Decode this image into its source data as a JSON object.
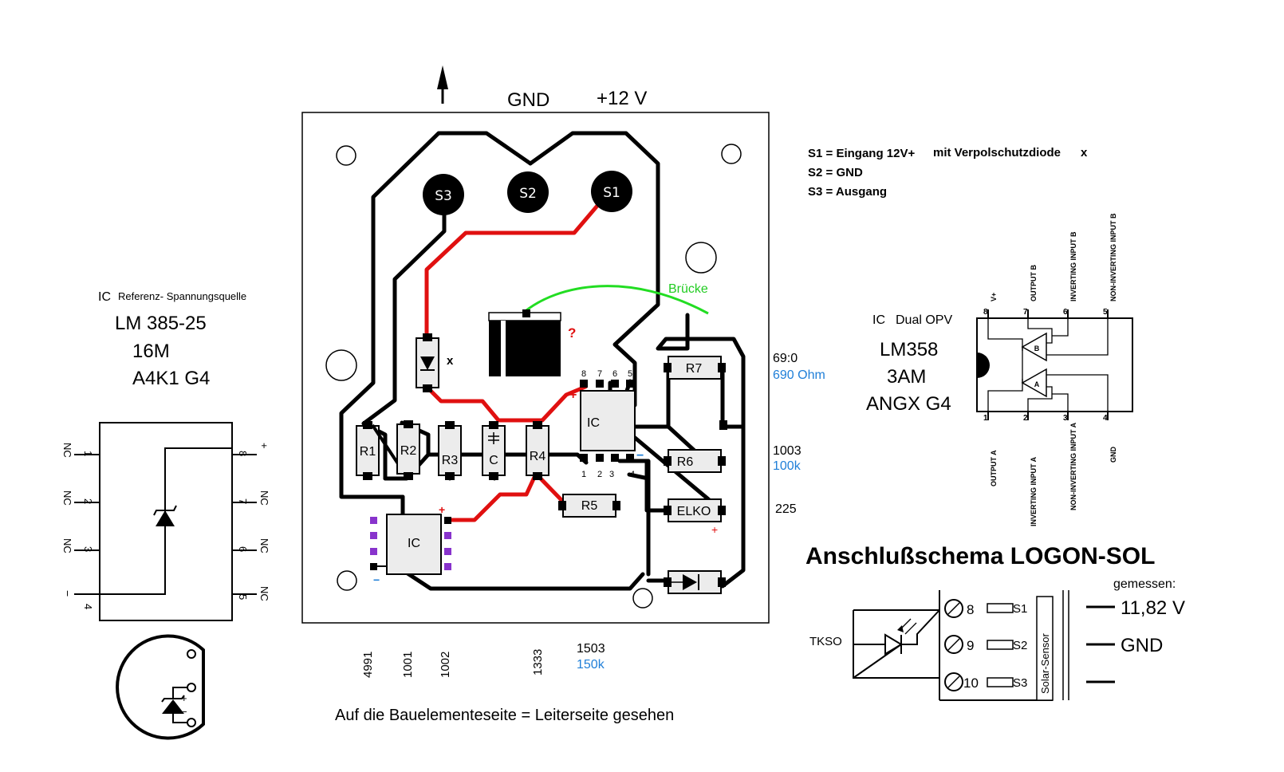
{
  "header": {
    "gnd": "GND",
    "v12": "+12 V"
  },
  "legend": {
    "s1": "S1 = Eingang 12V+",
    "s1_note": "mit Verpolschutzdiode",
    "s1_mark": "x",
    "s2": "S2 = GND",
    "s3": "S3 = Ausgang"
  },
  "board": {
    "pads": {
      "s1": "S1",
      "s2": "S2",
      "s3": "S3"
    },
    "bridge": "Brücke",
    "question": "?",
    "diode_mark": "x",
    "components": {
      "r1": "R1",
      "r2": "R2",
      "r3": "R3",
      "c": "C",
      "r4": "R4",
      "r5": "R5",
      "r6": "R6",
      "r7": "R7",
      "elko": "ELKO",
      "ic_main": "IC",
      "ic_ref": "IC"
    },
    "ic_pins_top": [
      "8",
      "7",
      "6",
      "5"
    ],
    "ic_pins_bottom": [
      "1",
      "2",
      "3",
      "4"
    ],
    "plus": "+",
    "minus": "−"
  },
  "values": {
    "r7": "69:0",
    "r7_ohm": "690 Ohm",
    "r6": "1003",
    "r6_k": "100k",
    "elko": "225",
    "r1": "4991",
    "r2": "1001",
    "r3": "1002",
    "r4": "1333",
    "r5": "1503",
    "r5_k": "150k"
  },
  "footer": "Auf die Bauelementeseite = Leiterseite gesehen",
  "left_ic": {
    "prefix": "IC",
    "title": "Referenz- Spannungsquelle",
    "part": "LM 385-25",
    "code1": "16M",
    "code2": "A4K1 G4",
    "pins_left": [
      "NC",
      "NC",
      "NC",
      "−"
    ],
    "pins_left_num": [
      "1",
      "2",
      "3",
      "4"
    ],
    "pins_right": [
      "+",
      "NC",
      "NC",
      "NC"
    ],
    "pins_right_num": [
      "8",
      "7",
      "6",
      "5"
    ],
    "to92_plus": "+",
    "to92_minus": "−"
  },
  "right_ic": {
    "prefix": "IC",
    "title": "Dual OPV",
    "part": "LM358",
    "code1": "3AM",
    "code2": "ANGX G4",
    "pin_top_labels": [
      "V+",
      "OUTPUT B",
      "INVERTING INPUT B",
      "NON-INVERTING INPUT B"
    ],
    "pin_top_nums": [
      "8",
      "7",
      "6",
      "5"
    ],
    "pin_bottom_labels": [
      "OUTPUT A",
      "INVERTING INPUT A",
      "NON-INVERTING INPUT A",
      "GND"
    ],
    "pin_bottom_nums": [
      "1",
      "2",
      "3",
      "4"
    ],
    "amp_a": "A",
    "amp_b": "B"
  },
  "logon": {
    "title": "Anschlußschema LOGON-SOL",
    "measured": "gemessen:",
    "tkso": "TKSO",
    "terminals": [
      "8",
      "9",
      "10"
    ],
    "terminal_labels": [
      "S1",
      "S2",
      "S3"
    ],
    "sensor": "Solar-Sensor",
    "readings": [
      "11,82 V",
      "GND",
      ""
    ]
  }
}
